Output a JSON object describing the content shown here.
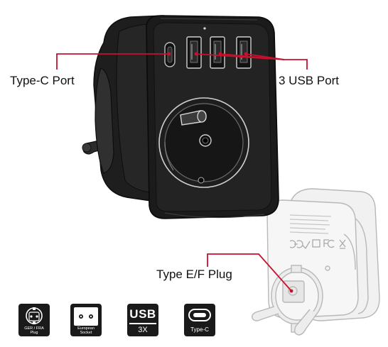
{
  "callouts": {
    "typec_port": "Type-C  Port",
    "usb_port": "3 USB Port",
    "plug": "Type E/F Plug"
  },
  "badges": {
    "ger_fra": {
      "line1": "GER / FRA",
      "line2": "Plug"
    },
    "european": {
      "line1": "European",
      "line2": "Socket"
    },
    "usb": {
      "big": "USB",
      "small": "3X"
    },
    "typec": {
      "caption": "Type-C"
    }
  },
  "colors": {
    "accent": "#c8102e",
    "device": "#1b1b1b",
    "device_face": "#2a2a2a",
    "ghost": "#bdbdbd"
  },
  "icons": [
    "ger-fra-plug-icon",
    "european-socket-icon",
    "usb-icon",
    "type-c-icon"
  ]
}
